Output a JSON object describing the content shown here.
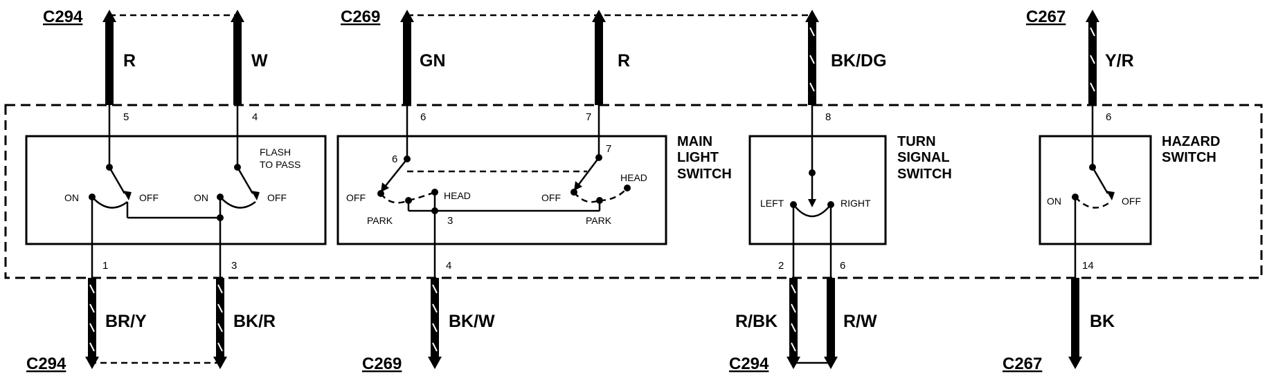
{
  "connectors": {
    "top_left": "C294",
    "top_mid": "C269",
    "top_right": "C267",
    "bottom_left": "C294",
    "bottom_mid": "C269",
    "bottom_turn": "C294",
    "bottom_right": "C267"
  },
  "wire_colors": {
    "r_5": "R",
    "w_4": "W",
    "gn_6": "GN",
    "r_7": "R",
    "bkdg_8": "BK/DG",
    "yr_6": "Y/R",
    "bry_1": "BR/Y",
    "bkr_3": "BK/R",
    "bkw_4": "BK/W",
    "rbk_2": "R/BK",
    "rw_6": "R/W",
    "bk_14": "BK"
  },
  "pins": {
    "p5": "5",
    "p4": "4",
    "p6a": "6",
    "p7": "7",
    "p8": "8",
    "p6b": "6",
    "p1": "1",
    "p3": "3",
    "p4b": "4",
    "p2": "2",
    "p6c": "6",
    "p14": "14",
    "inner6": "6",
    "inner7": "7",
    "inner3": "3"
  },
  "labels": {
    "on": "ON",
    "off": "OFF",
    "flash1": "FLASH",
    "flash2": "TO PASS",
    "head": "HEAD",
    "park": "PARK",
    "left": "LEFT",
    "right": "RIGHT"
  },
  "switch_names": {
    "main1": "MAIN",
    "main2": "LIGHT",
    "main3": "SWITCH",
    "turn1": "TURN",
    "turn2": "SIGNAL",
    "turn3": "SWITCH",
    "haz1": "HAZARD",
    "haz2": "SWITCH"
  }
}
